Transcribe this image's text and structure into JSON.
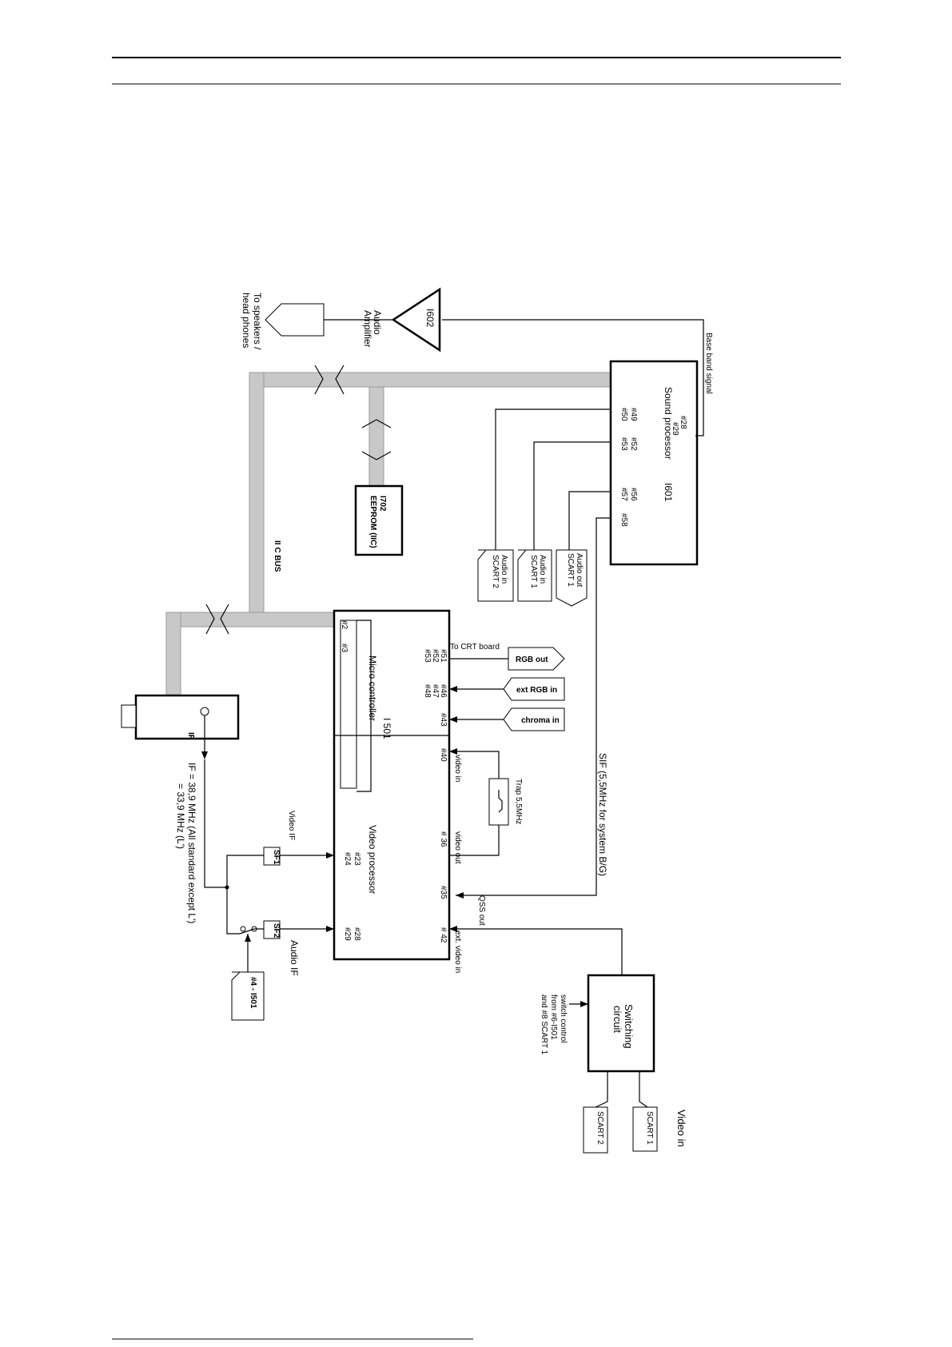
{
  "diagram": {
    "blocks": {
      "sound_processor": {
        "title": "Sound processor",
        "ref": "I601",
        "pins_top": "#28\n#29",
        "pins": [
          "#49",
          "#50",
          "#52",
          "#53",
          "#56",
          "#57",
          "#58"
        ]
      },
      "audio_amp": {
        "ref": "I602",
        "label1": "Audio",
        "label2": "Amplifier"
      },
      "speakers": {
        "label1": "To speakers /",
        "label2": "head phones"
      },
      "eeprom": {
        "label1": "I702",
        "label2": "EEPROM (IIC)"
      },
      "mcu_video": {
        "title_mcu": "Micro controller",
        "title_video": "Video processor",
        "ref": "I 501"
      },
      "tuner": {
        "label": "IF"
      },
      "switching": {
        "label1": "Switching",
        "label2": "circuit"
      },
      "trap": {
        "label": "Trap 5,5MHz"
      }
    },
    "connectors": {
      "audio_out_scart1": {
        "l1": "Audio out",
        "l2": "SCART 1"
      },
      "audio_in_scart1": {
        "l1": "Audio in",
        "l2": "SCART 1"
      },
      "audio_in_scart2": {
        "l1": "Audio in",
        "l2": "SCART 2"
      },
      "rgb_out": "RGB out",
      "ext_rgb_in": "ext RGB in",
      "chroma_in": "chroma in",
      "i501_pin4": "#4 - I501",
      "scart1": "SCART 1",
      "scart2": "SCART 2"
    },
    "labels": {
      "base_band": "Base band signal",
      "iic_bus": "II C BUS",
      "to_crt": "To CRT board",
      "sif": "SIF (5,5MHz for system B/G)",
      "video_in_pin": "video in",
      "video_out_pin": "video out",
      "qss_out": "QSS out",
      "ext_video_in": "ext. video in",
      "video_if": "Video IF",
      "audio_if": "Audio IF",
      "sf1": "SF1",
      "sf2": "SF2",
      "if_freq1": "IF = 38,9 MHz (All standard except L')",
      "if_freq2": "= 33,9 MHz (L')",
      "switch_control1": "switch control",
      "switch_control2": "from #6-I501",
      "switch_control3": "and #8 SCART 1",
      "video_in_group": "Video in",
      "pins_mcu_a": "#51\n#52\n#53",
      "pin_2": "#2",
      "pin_3": "#3",
      "pins_mcu_b": "#46\n#47\n#48",
      "pin_43": "#43",
      "pin_40": "#40",
      "pin_36": "# 36",
      "pin_35": "#35",
      "pin_42": "# 42",
      "pins_23_24": "#23\n#24",
      "pins_28_29": "#28\n#29"
    }
  }
}
